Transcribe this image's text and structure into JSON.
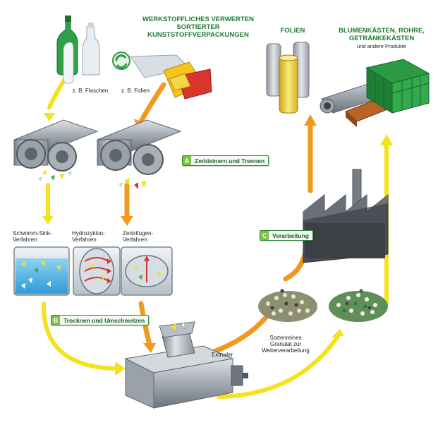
{
  "titles": {
    "main_line1": "WERKSTOFFLICHES VERWERTEN",
    "main_line2": "SORTIERTER KUNSTSTOFFVERPACKUNGEN",
    "folien": "FOLIEN",
    "products_line1": "BLUMENKÄSTEN, ROHRE,",
    "products_line2": "GETRÄNKEKÄSTEN",
    "products_sub": "und andere Produkte"
  },
  "labels": {
    "flaschen": "z. B. Flaschen",
    "folien_example": "z. B. Folien",
    "schwimm_line1": "Schwimm-Sink-",
    "schwimm_line2": "Verfahren",
    "hydro_line1": "Hydrozyklon-",
    "hydro_line2": "Verfahren",
    "zentri_line1": "Zentrifugen-",
    "zentri_line2": "Verfahren",
    "extruder": "Extruder",
    "granulat_line1": "Sortenreines",
    "granulat_line2": "Granulat zur",
    "granulat_line3": "Weiterverarbeitung"
  },
  "steps": [
    {
      "badge": "A",
      "text": "Zerkleinern und Trennen"
    },
    {
      "badge": "B",
      "text": "Trocknen und Umschmelzen"
    },
    {
      "badge": "C",
      "text": "Verarbeitung"
    }
  ],
  "colors": {
    "green_text": "#1e7a2f",
    "yellow_arrow": "#f3e21c",
    "orange_arrow": "#ef9a1e",
    "step_badge": "#7ec043",
    "machine_grey": "#8d949c"
  }
}
